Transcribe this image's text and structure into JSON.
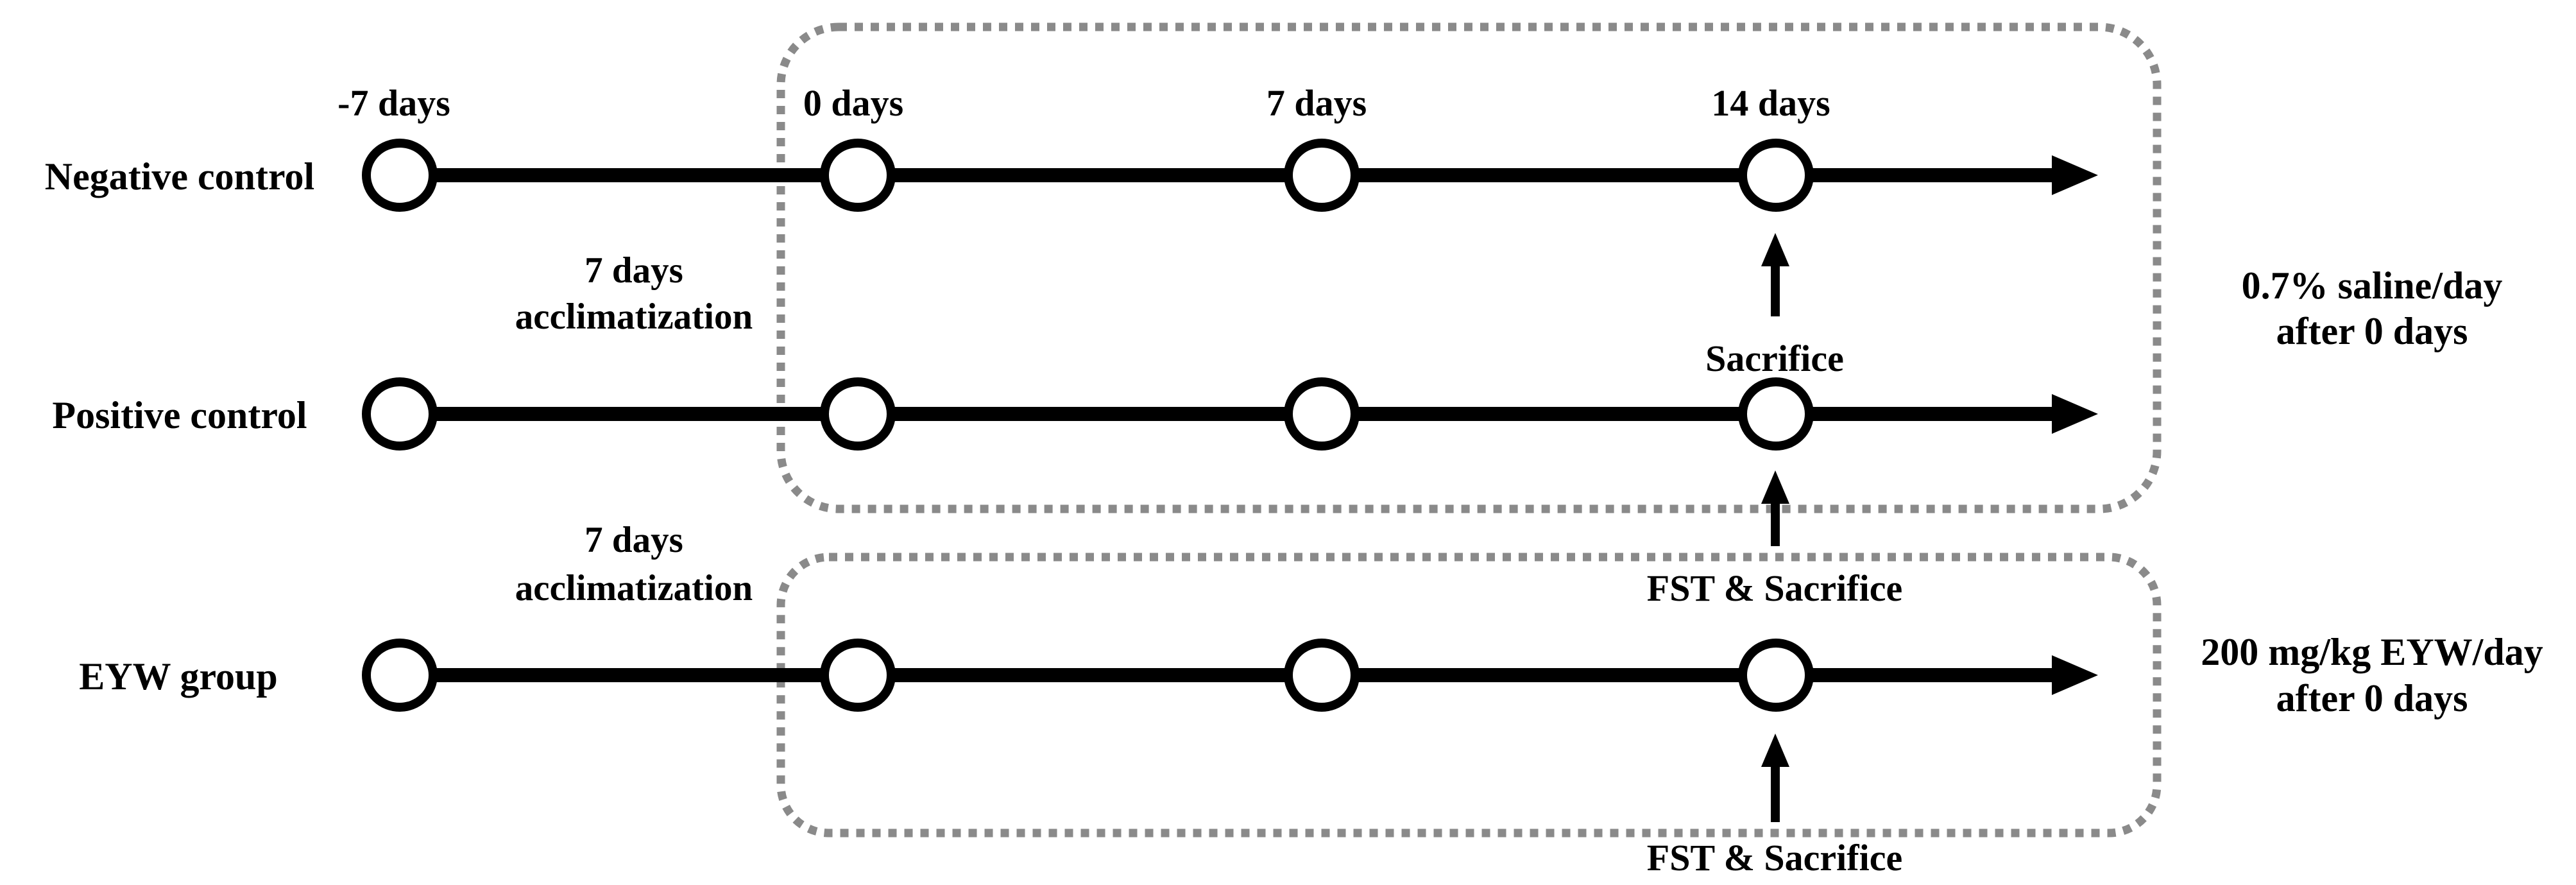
{
  "figure": {
    "background": "#ffffff",
    "ink_color": "#000000",
    "dotted_border_color": "#8a8a8a",
    "timepoints": [
      "-7 days",
      "0 days",
      "7 days",
      "14 days"
    ],
    "groups": [
      {
        "label": "Negative control"
      },
      {
        "label": "Positive control"
      },
      {
        "label": "EYW group"
      }
    ],
    "acclimatization": {
      "line1": "7 days",
      "line2": "acclimatization"
    },
    "events": {
      "sacrifice": "Sacrifice",
      "fst_sacrifice": "FST & Sacrifice"
    },
    "treatments": {
      "saline": {
        "line1": "0.7% saline/day",
        "line2": "after 0 days"
      },
      "eyw": {
        "line1": "200 mg/kg EYW/day",
        "line2": "after 0 days"
      }
    }
  }
}
